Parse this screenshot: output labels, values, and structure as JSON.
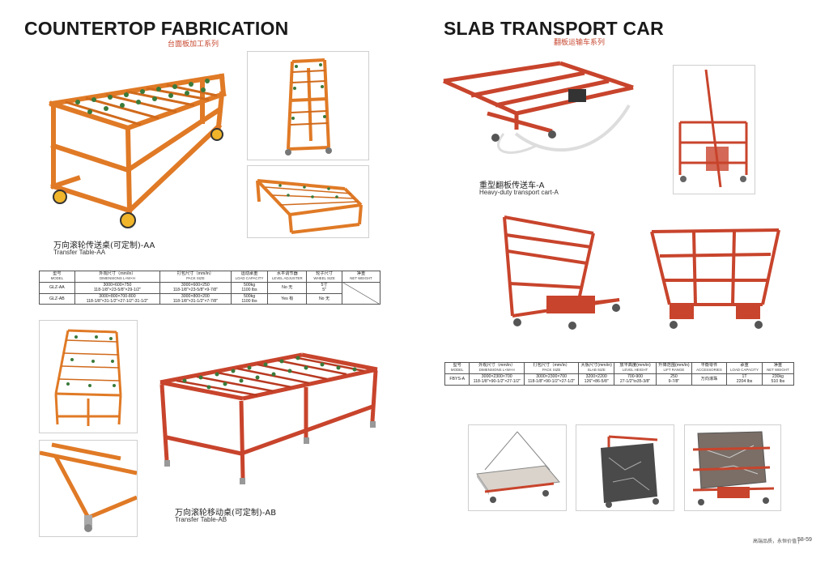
{
  "left": {
    "title": "COUNTERTOP FABRICATION",
    "subtitle": "台面板加工系列",
    "products": [
      {
        "name_cn": "万向滚轮传送桌(可定制)-AA",
        "name_en": "Transfer Table-AA"
      },
      {
        "name_cn": "万向滚轮移动桌(可定制)-AB",
        "name_en": "Transfer Table-AB"
      }
    ],
    "table": {
      "headers": [
        {
          "cn": "型号",
          "en": "MODEL"
        },
        {
          "cn": "外观尺寸（mm/in）",
          "en": "DIMENSIONS L×W×H"
        },
        {
          "cn": "打包尺寸（mm/in）",
          "en": "PACK SIZE"
        },
        {
          "cn": "运动承重",
          "en": "LOAD CAPACITY"
        },
        {
          "cn": "水平调节器",
          "en": "LEVEL ADJUSTER"
        },
        {
          "cn": "轮子尺寸",
          "en": "WHEEL SIZE"
        },
        {
          "cn": "净重",
          "en": "NET WEIGHT"
        }
      ],
      "rows": [
        {
          "model": "GLZ-AA",
          "dim1": "3000×600×750",
          "dim2": "118-1/8\"×23-5/8\"×29-1/2\"",
          "pack1": "3000×600×250",
          "pack2": "118-1/8\"×23-5/8\"×9-7/8\"",
          "load1": "500kg",
          "load2": "1100 lbs",
          "level": "No 无",
          "wheel1": "5寸",
          "wheel2": "5\"",
          "weight": ""
        },
        {
          "model": "GLZ-AB",
          "dim1": "3000×800×700-800",
          "dim2": "118-1/8\"×31-1/2\"×27-1/2\"-31-1/2\"",
          "pack1": "3000×800×200",
          "pack2": "118-1/8\"×31-1/2\"×7-7/8\"",
          "load1": "500kg",
          "load2": "1100 lbs",
          "level": "Yes 有",
          "wheel1": "No 无",
          "wheel2": "",
          "weight": ""
        }
      ]
    }
  },
  "right": {
    "title": "SLAB TRANSPORT CAR",
    "subtitle": "翻板运输车系列",
    "product": {
      "name_cn": "重型翻板传送车-A",
      "name_en": "Heavy-duty transport cart-A"
    },
    "table": {
      "headers": [
        {
          "cn": "型号",
          "en": "MODEL"
        },
        {
          "cn": "外观尺寸（mm/in）",
          "en": "DIMENSIONS L×W×H"
        },
        {
          "cn": "打包尺寸（mm/in）",
          "en": "PACK SIZE"
        },
        {
          "cn": "大板尺寸(mm/in)",
          "en": "SLAB SIZE"
        },
        {
          "cn": "放平高度(mm/in)",
          "en": "LEVEL HEIGHT"
        },
        {
          "cn": "升降范围(mm/in)",
          "en": "LIFT RANGE"
        },
        {
          "cn": "平衡零件",
          "en": "ACCESSORIES"
        },
        {
          "cn": "承重",
          "en": "LOAD CAPACITY"
        },
        {
          "cn": "净重",
          "en": "NET WEIGHT"
        }
      ],
      "row": {
        "model": "FBYS-A",
        "dim1": "3000×2300×700",
        "dim2": "118-1/8\"×90-1/2\"×27-1/2\"",
        "pack1": "3000×2300×700",
        "pack2": "118-1/8\"×90-1/2\"×27-1/2\"",
        "slab1": "3200×2200",
        "slab2": "126\"×86-5/8\"",
        "level1": "700-900",
        "level2": "27-1/2\"to35-3/8\"",
        "lift1": "250",
        "lift2": "9-7/8\"",
        "acc": "万向滚珠",
        "load1": "1T",
        "load2": "2204 lbs",
        "weight1": "230kg",
        "weight2": "510 lbs"
      }
    },
    "footer_small": "高端品质，永恒价值 |",
    "page_numbers": "58-59"
  },
  "colors": {
    "frame_orange": "#e07a26",
    "frame_red": "#c8442c",
    "subtitle_red": "#c7472f"
  }
}
